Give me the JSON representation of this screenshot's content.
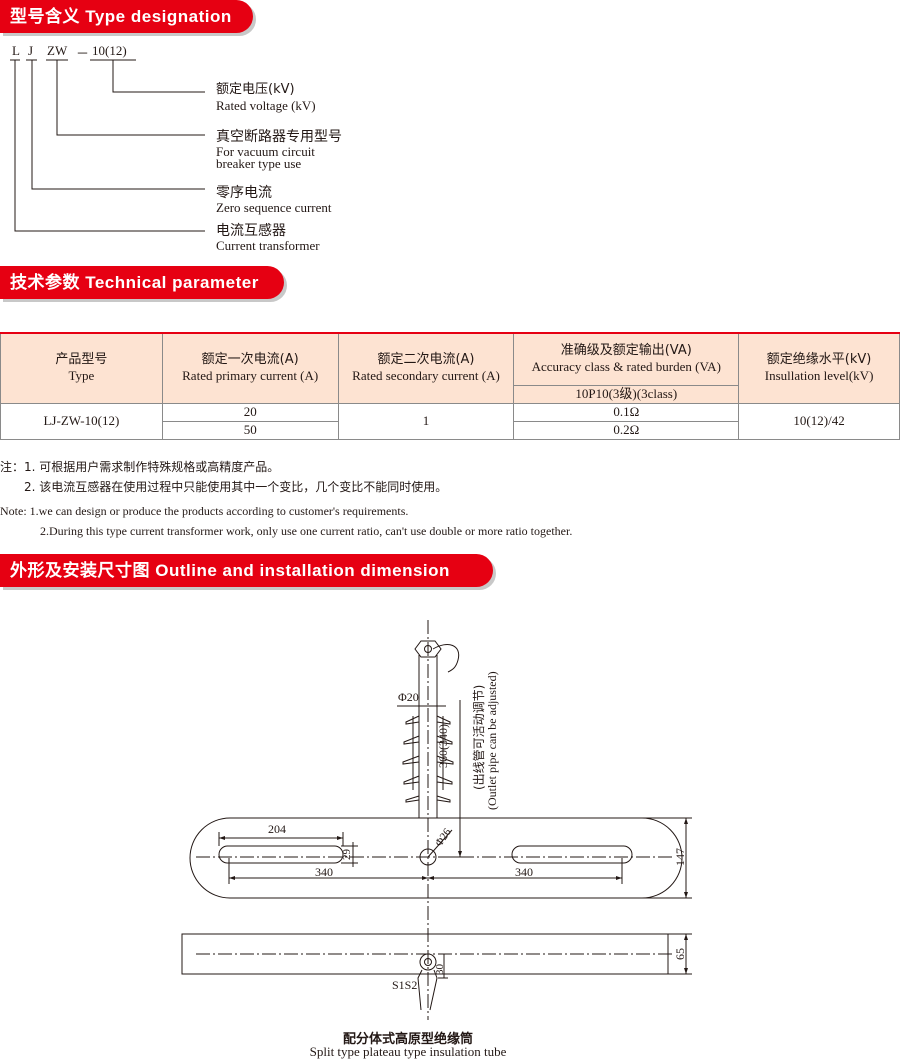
{
  "sections": {
    "type_designation": "型号含义 Type designation",
    "technical_parameter": "技术参数 Technical parameter",
    "outline": "外形及安装尺寸图 Outline and installation dimension"
  },
  "designation": {
    "codes": [
      "L",
      "J",
      "ZW",
      "－",
      "10(12)"
    ],
    "items": [
      {
        "cn": "额定电压(kV)",
        "en": "Rated voltage (kV)"
      },
      {
        "cn": "真空断路器专用型号",
        "en": "For vacuum circuit",
        "en2": "breaker type use"
      },
      {
        "cn": "零序电流",
        "en": "Zero sequence current"
      },
      {
        "cn": "电流互感器",
        "en": "Current transformer"
      }
    ]
  },
  "table": {
    "headers": [
      {
        "cn": "产品型号",
        "en": "Type"
      },
      {
        "cn": "额定一次电流(A)",
        "en": "Rated primary current (A)"
      },
      {
        "cn": "额定二次电流(A)",
        "en": "Rated secondary current (A)"
      },
      {
        "cn": "准确级及额定输出(VA)",
        "en": "Accuracy class & rated burden (VA)"
      },
      {
        "cn": "额定绝缘水平(kV)",
        "en": "Insullation level(kV)"
      }
    ],
    "subheader": "10P10(3级)(3class)",
    "type": "LJ-ZW-10(12)",
    "primary": [
      "20",
      "50"
    ],
    "secondary": "1",
    "burden": [
      "0.1Ω",
      "0.2Ω"
    ],
    "insulation": "10(12)/42"
  },
  "notes": {
    "cn1": "注：1. 可根据用户需求制作特殊规格或高精度产品。",
    "cn2": "2. 该电流互感器在使用过程中只能使用其中一个变比，几个变比不能同时使用。",
    "en1": "Note: 1.we can design or produce the products according to customer's requirements.",
    "en2": "2.During this type current transformer work, only use one current ratio, can't use double or more ratio together."
  },
  "drawing": {
    "dims": {
      "phi20": "Φ20",
      "h360": "360(340)",
      "adj_cn": "(出线管可活动调节)",
      "adj_en": "(Outlet pipe can be adjusted)",
      "d204": "204",
      "d29": "29",
      "phi26": "Φ26",
      "d147": "147",
      "d340a": "340",
      "d340b": "340",
      "d65": "65",
      "d30": "30",
      "s1s2": "S1S2"
    },
    "caption_cn": "配分体式高原型绝缘筒",
    "caption_en": "Split type plateau type insulation tube"
  }
}
